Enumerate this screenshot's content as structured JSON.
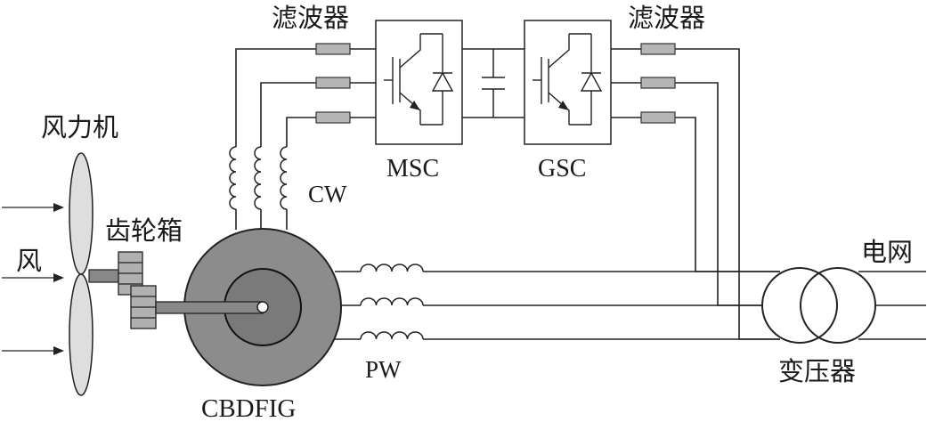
{
  "labels": {
    "filter_left": "滤波器",
    "filter_right": "滤波器",
    "wind_turbine": "风力机",
    "wind": "风",
    "gearbox": "齿轮箱",
    "msc": "MSC",
    "gsc": "GSC",
    "cw": "CW",
    "pw": "PW",
    "generator": "CBDFIG",
    "grid": "电网",
    "transformer": "变压器"
  },
  "colors": {
    "line": "#222222",
    "generator_outer": "#8c8c8c",
    "generator_inner": "#7a7a7a",
    "shaft": "#888888",
    "gear": "#b0b0b0",
    "filter": "#b5b5b5",
    "blade": "#dedede"
  }
}
